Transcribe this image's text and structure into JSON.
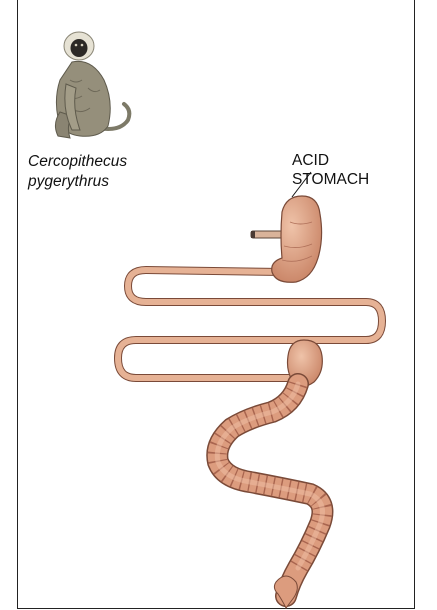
{
  "species": {
    "line1": "Cercopithecus",
    "line2": "pygerythrus"
  },
  "label": {
    "line1": "ACID",
    "line2": "STOMACH"
  },
  "colors": {
    "gut_fill": "#e2a78a",
    "gut_outline": "#7a4a38",
    "gut_shade": "#c9846a",
    "monkey_fur": "#8d8a78",
    "monkey_face": "#2a2724"
  }
}
